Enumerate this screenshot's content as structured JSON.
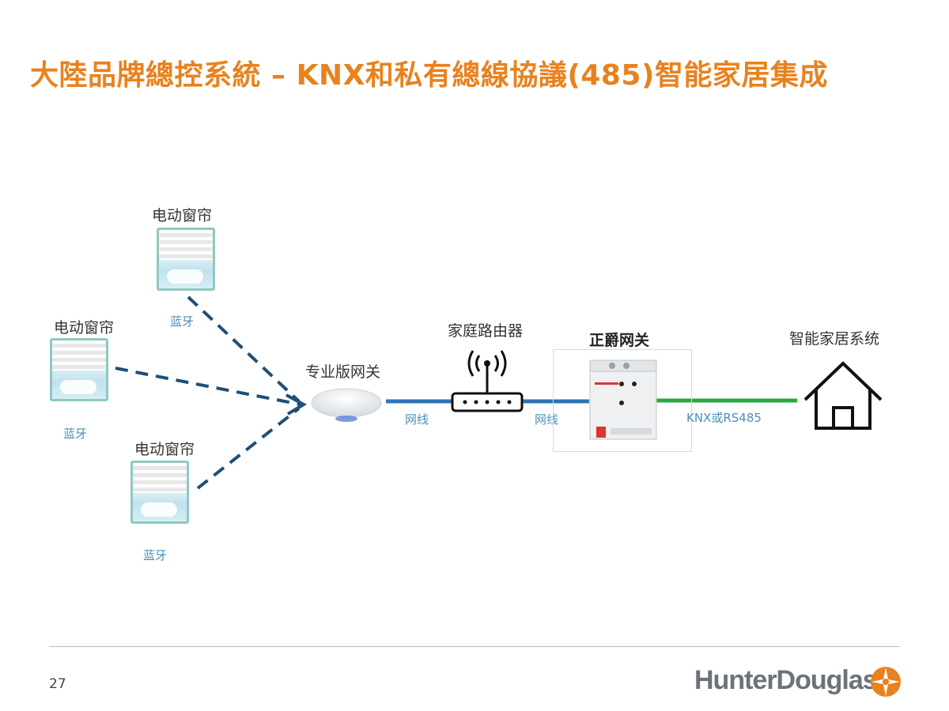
{
  "title": "大陸品牌總控系統 – KNX和私有總線協議(485)智能家居集成",
  "nodes": {
    "curtain_top": {
      "label": "电动窗帘",
      "link": "蓝牙"
    },
    "curtain_left": {
      "label": "电动窗帘",
      "link": "蓝牙"
    },
    "curtain_bottom": {
      "label": "电动窗帘",
      "link": "蓝牙"
    },
    "pro_gateway": {
      "label": "专业版网关"
    },
    "router": {
      "label": "家庭路由器"
    },
    "jazz_gateway": {
      "label": "正爵网关"
    },
    "smart_home": {
      "label": "智能家居系统"
    }
  },
  "links": {
    "gateway_router": "网线",
    "router_jazz": "网线",
    "jazz_home": "KNX或RS485"
  },
  "colors": {
    "title": "#e8821e",
    "bluetooth_line": "#1f4e79",
    "network_line": "#2e75b6",
    "bus_line": "#27a844",
    "link_text": "#4a90b8"
  },
  "page_number": "27",
  "logo": {
    "text": "HunterDouglas",
    "icon": "hunter-douglas-star-icon"
  }
}
